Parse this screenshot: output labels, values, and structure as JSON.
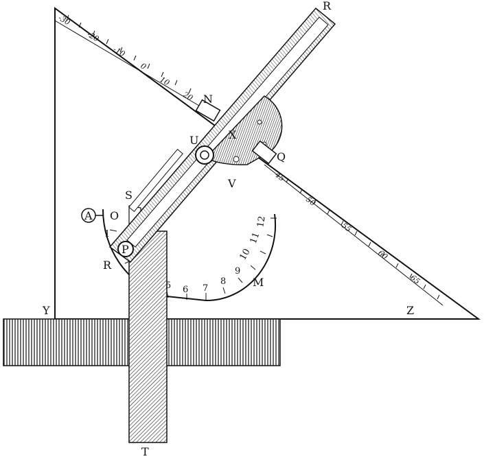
{
  "labels": {
    "Y": "Y",
    "Z": "Z",
    "T": "T",
    "S": "S",
    "R_top": "R",
    "R_left": "R",
    "N": "N",
    "Q": "Q",
    "U": "U",
    "V": "V",
    "X": "X",
    "M": "M",
    "A": "A",
    "P": "P",
    "zero": "O"
  },
  "triangle_scale": [
    "-30",
    "-20",
    "-10",
    "0",
    "10",
    "20"
  ],
  "diagonal_scale": [
    "45",
    "50",
    "55",
    "60",
    "65"
  ],
  "arc_scale": [
    "1",
    "5",
    "6",
    "7",
    "8",
    "9",
    "10",
    "11",
    "12"
  ]
}
